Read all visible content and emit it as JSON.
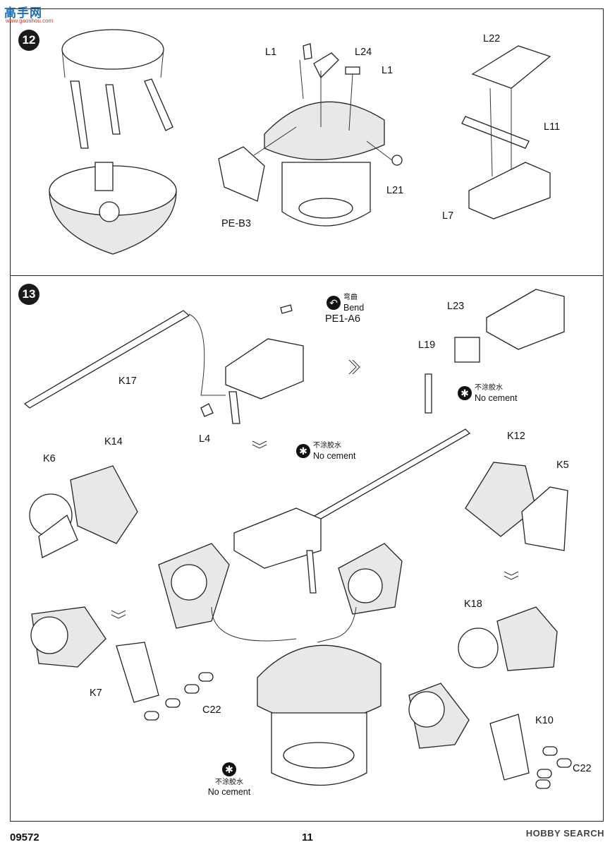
{
  "site_logo": {
    "name": "高手网",
    "domain": "www.gaoshou.com"
  },
  "steps": {
    "s12": "12",
    "s13": "13"
  },
  "labels_12": {
    "L1_a": "L1",
    "L24": "L24",
    "L1_b": "L1",
    "L22": "L22",
    "L11": "L11",
    "L21": "L21",
    "L7": "L7",
    "PE_B3": "PE-B3"
  },
  "labels_13": {
    "bend_zh": "弯曲",
    "bend_en": "Bend",
    "PE1_A6": "PE1-A6",
    "K17": "K17",
    "L4": "L4",
    "L23": "L23",
    "L19": "L19",
    "K14": "K14",
    "K6": "K6",
    "K12": "K12",
    "K5": "K5",
    "K18": "K18",
    "K7": "K7",
    "C22_a": "C22",
    "K10": "K10",
    "C22_b": "C22"
  },
  "notes": {
    "no_cement_zh": "不涂胶水",
    "no_cement_en": "No cement"
  },
  "footer": {
    "kit_number": "09572",
    "page_number": "11",
    "watermark": "HOBBY SEARCH"
  }
}
